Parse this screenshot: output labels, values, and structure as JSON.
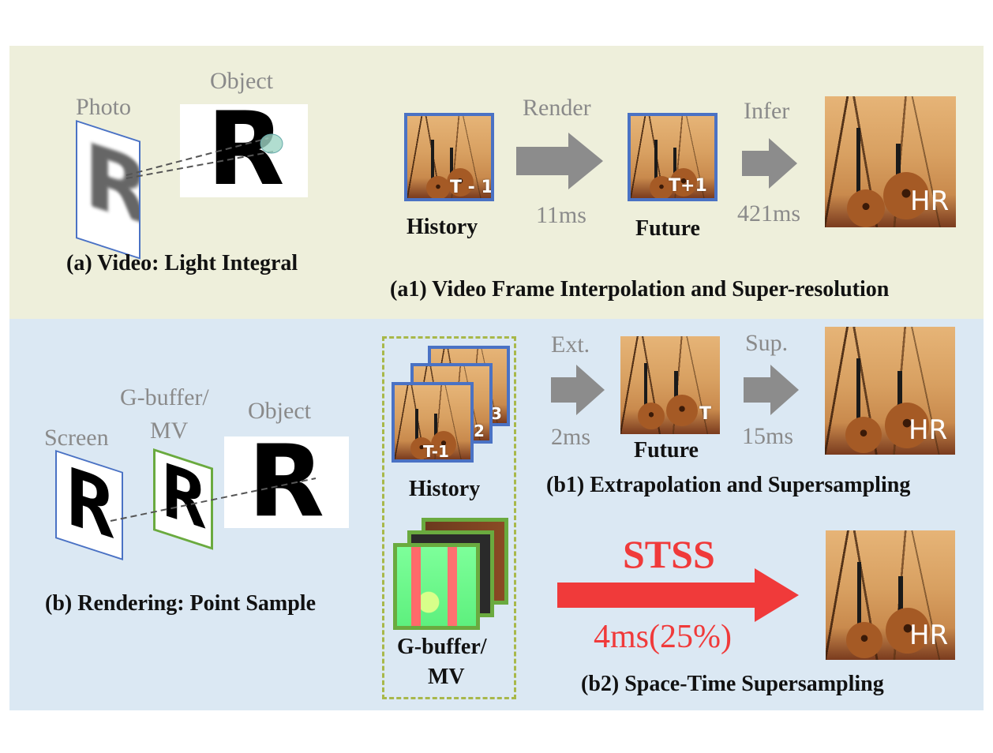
{
  "top": {
    "photo_label": "Photo",
    "object_label": "Object",
    "glyph": "R",
    "caption_a": "(a) Video: Light Integral",
    "history_frame_tag": "T - 1",
    "history_label": "History",
    "render_label": "Render",
    "render_time": "11ms",
    "future_frame_tag": "T+1",
    "future_label": "Future",
    "infer_label": "Infer",
    "infer_time": "421ms",
    "hr_tag": "HR",
    "caption_a1": "(a1) Video Frame Interpolation and Super-resolution"
  },
  "bottom": {
    "screen_label": "Screen",
    "gbuffer_mv_label_1": "G-buffer/",
    "gbuffer_mv_label_2": "MV",
    "object_label": "Object",
    "glyph": "R",
    "caption_b": "(b) Rendering: Point Sample",
    "history_tags": [
      "T-1",
      "2",
      "3"
    ],
    "history_label": "History",
    "gbuffer_label_1": "G-buffer/",
    "gbuffer_label_2": "MV",
    "ext_label": "Ext.",
    "ext_time": "2ms",
    "future_tag": "T",
    "future_label": "Future",
    "sup_label": "Sup.",
    "sup_time": "15ms",
    "hr_tag_b1": "HR",
    "caption_b1": "(b1) Extrapolation and Supersampling",
    "stss_label": "STSS",
    "stss_time": "4ms(25%)",
    "hr_tag_b2": "HR",
    "caption_b2": "(b2) Space-Time Supersampling"
  },
  "colors": {
    "frame_blue": "#4a72c4",
    "frame_green": "#6aaa3f",
    "arrow_gray": "#8c8c8c",
    "arrow_red": "#f03a3a",
    "top_panel": "#eeefdb",
    "bottom_panel": "#dbe8f3"
  }
}
